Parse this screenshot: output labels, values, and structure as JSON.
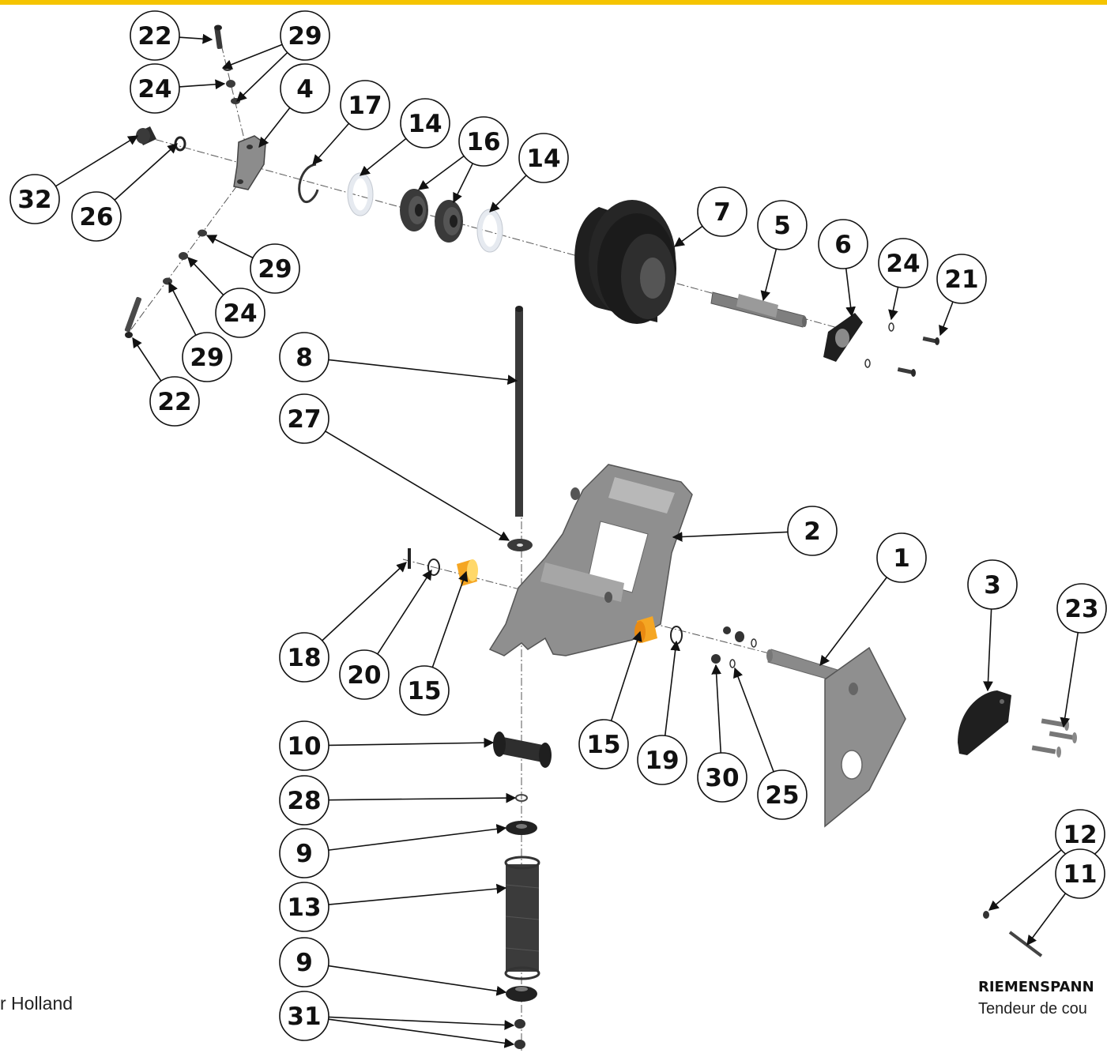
{
  "colors": {
    "accent_bar": "#f5c400",
    "part_dark": "#2d2d2d",
    "part_grey": "#8d8d8d",
    "bushing_orange": "#f5a623",
    "washer_white": "#e9edf3"
  },
  "callouts": [
    {
      "id": "22a",
      "label": "22"
    },
    {
      "id": "29a",
      "label": "29"
    },
    {
      "id": "24a",
      "label": "24"
    },
    {
      "id": "4",
      "label": "4"
    },
    {
      "id": "17",
      "label": "17"
    },
    {
      "id": "14a",
      "label": "14"
    },
    {
      "id": "16",
      "label": "16"
    },
    {
      "id": "14b",
      "label": "14"
    },
    {
      "id": "32",
      "label": "32"
    },
    {
      "id": "26",
      "label": "26"
    },
    {
      "id": "7",
      "label": "7"
    },
    {
      "id": "5",
      "label": "5"
    },
    {
      "id": "6",
      "label": "6"
    },
    {
      "id": "24b",
      "label": "24"
    },
    {
      "id": "21",
      "label": "21"
    },
    {
      "id": "29b",
      "label": "29"
    },
    {
      "id": "24c",
      "label": "24"
    },
    {
      "id": "29c",
      "label": "29"
    },
    {
      "id": "22b",
      "label": "22"
    },
    {
      "id": "8",
      "label": "8"
    },
    {
      "id": "27",
      "label": "27"
    },
    {
      "id": "2",
      "label": "2"
    },
    {
      "id": "1",
      "label": "1"
    },
    {
      "id": "3",
      "label": "3"
    },
    {
      "id": "23",
      "label": "23"
    },
    {
      "id": "18",
      "label": "18"
    },
    {
      "id": "20",
      "label": "20"
    },
    {
      "id": "15a",
      "label": "15"
    },
    {
      "id": "15b",
      "label": "15"
    },
    {
      "id": "19",
      "label": "19"
    },
    {
      "id": "30",
      "label": "30"
    },
    {
      "id": "25",
      "label": "25"
    },
    {
      "id": "10",
      "label": "10"
    },
    {
      "id": "28",
      "label": "28"
    },
    {
      "id": "9a",
      "label": "9"
    },
    {
      "id": "13",
      "label": "13"
    },
    {
      "id": "9b",
      "label": "9"
    },
    {
      "id": "31",
      "label": "31"
    },
    {
      "id": "12",
      "label": "12"
    },
    {
      "id": "11",
      "label": "11"
    }
  ],
  "footer": {
    "left_text": "r Holland",
    "caption_title": "RIEMENSPANN",
    "caption_subtitle": "Tendeur de cou"
  }
}
